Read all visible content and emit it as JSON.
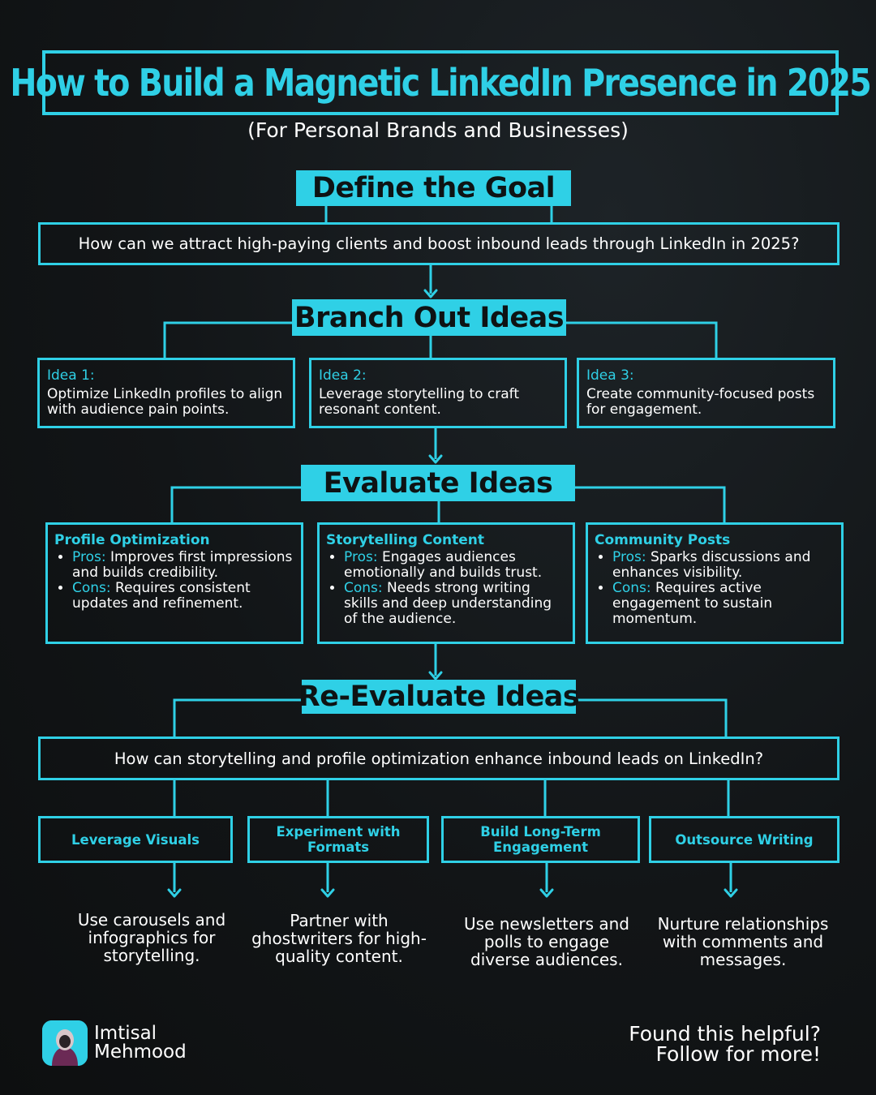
{
  "header": {
    "title": "How to Build a Magnetic LinkedIn Presence in 2025",
    "subtitle": "(For Personal Brands and Businesses)"
  },
  "define": {
    "label": "Define the Goal",
    "question": "How can we attract high-paying clients and boost inbound leads through LinkedIn in 2025?"
  },
  "branch": {
    "label": "Branch Out Ideas",
    "ideas": [
      {
        "label": "Idea 1:",
        "text": "Optimize LinkedIn profiles to align with audience pain points."
      },
      {
        "label": "Idea 2:",
        "text": "Leverage storytelling to craft resonant content."
      },
      {
        "label": "Idea 3:",
        "text": "Create community-focused posts for engagement."
      }
    ]
  },
  "evaluate": {
    "label": "Evaluate Ideas",
    "pros_label": "Pros:",
    "cons_label": "Cons:",
    "items": [
      {
        "title": "Profile Optimization",
        "pros": "Improves first impressions and builds credibility.",
        "cons": "Requires consistent updates and refinement."
      },
      {
        "title": "Storytelling Content",
        "pros": "Engages audiences emotionally and builds trust.",
        "cons": "Needs strong writing skills and deep understanding of the audience."
      },
      {
        "title": "Community Posts",
        "pros": "Sparks discussions and enhances visibility.",
        "cons": "Requires active engagement to sustain momentum."
      }
    ]
  },
  "reevaluate": {
    "label": "Re-Evaluate Ideas",
    "question": "How can storytelling and profile optimization enhance inbound leads on LinkedIn?",
    "tactics": [
      {
        "label": "Leverage Visuals",
        "result": "Use carousels and infographics for storytelling."
      },
      {
        "label": "Experiment with Formats",
        "result": "Partner with ghostwriters for high-quality content."
      },
      {
        "label": "Build Long-Term Engagement",
        "result": "Use newsletters and polls to engage diverse audiences."
      },
      {
        "label": "Outsource Writing",
        "result": "Nurture relationships with comments and messages."
      }
    ]
  },
  "footer": {
    "author_first": "Imtisal",
    "author_last": "Mehmood",
    "cta_line1": "Found this helpful?",
    "cta_line2": "Follow for more!"
  },
  "colors": {
    "accent": "#2fd0e6",
    "background": "#121517",
    "text": "#ffffff"
  }
}
